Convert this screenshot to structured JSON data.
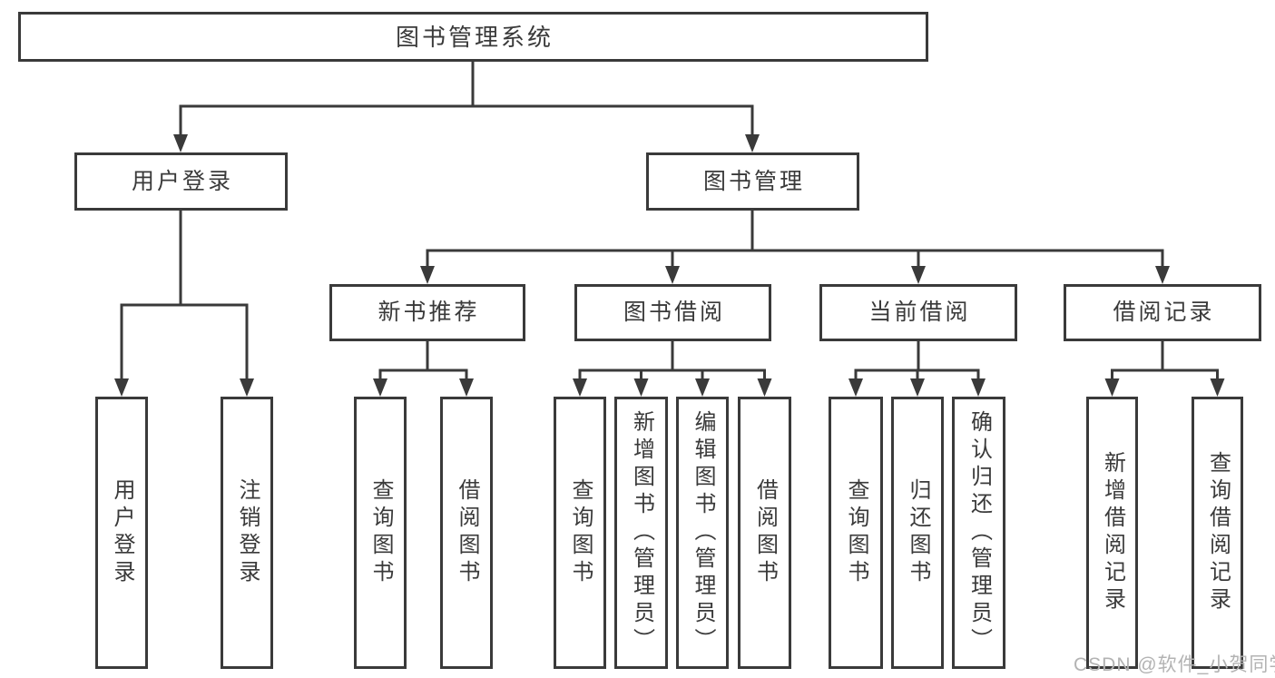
{
  "colors": {
    "line": "#3a3a3a",
    "text": "#3a3a3a",
    "background": "#ffffff",
    "watermark_text": "#b3b3b3"
  },
  "tree": {
    "root": {
      "label": "图书管理系统"
    },
    "level2": [
      {
        "label": "用户登录"
      },
      {
        "label": "图书管理"
      }
    ],
    "level3": [
      {
        "label": "新书推荐"
      },
      {
        "label": "图书借阅"
      },
      {
        "label": "当前借阅"
      },
      {
        "label": "借阅记录"
      }
    ],
    "leaves": [
      {
        "label": "用户登录"
      },
      {
        "label": "注销登录"
      },
      {
        "label": "查询图书"
      },
      {
        "label": "借阅图书"
      },
      {
        "label": "查询图书"
      },
      {
        "label": "新增图书（管理员）"
      },
      {
        "label": "编辑图书（管理员）"
      },
      {
        "label": "借阅图书"
      },
      {
        "label": "查询图书"
      },
      {
        "label": "归还图书"
      },
      {
        "label": "确认归还（管理员）"
      },
      {
        "label": "新增借阅记录"
      },
      {
        "label": "查询借阅记录"
      }
    ]
  },
  "watermark": "CSDN @软件_小贺同学"
}
